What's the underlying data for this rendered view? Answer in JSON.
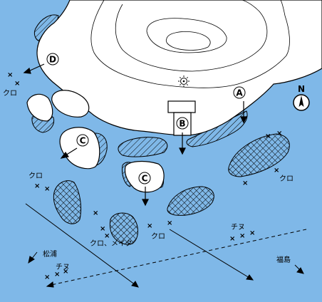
{
  "colors": {
    "sea": "#7fb8e8",
    "land": "#ffffff",
    "line": "#000000"
  },
  "compass": {
    "label": "N",
    "icon": "north-arrow-icon"
  },
  "points": {
    "a": "A",
    "b": "B",
    "c": "C",
    "d": "D"
  },
  "labels": {
    "kuro": "クロ",
    "kuro_meita": "クロ、メイタ",
    "chinu": "チヌ",
    "matsuura": "松浦",
    "fukushima": "福島"
  },
  "icons": {
    "sun": "sun-icon"
  }
}
